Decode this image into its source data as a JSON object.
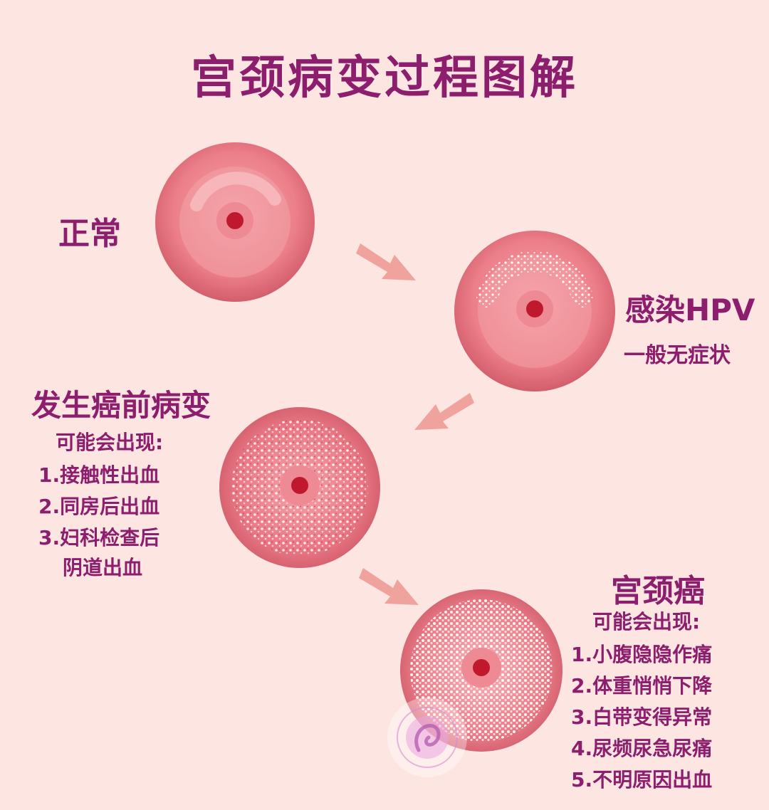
{
  "title": "宫颈病变过程图解",
  "stages": {
    "normal": {
      "label": "正常"
    },
    "hpv": {
      "label": "感染HPV",
      "note": "一般无症状"
    },
    "precancer": {
      "label": "发生癌前病变",
      "symptoms_heading": "可能会出现:",
      "symptoms": [
        "1.接触性出血",
        "2.同房后出血",
        "3.妇科检查后",
        "阴道出血"
      ]
    },
    "cancer": {
      "label": "宫颈癌",
      "symptoms_heading": "可能会出现:",
      "symptoms": [
        "1.小腹隐隐作痛",
        "2.体重悄悄下降",
        "3.白带变得异常",
        "4.尿频尿急尿痛",
        "5.不明原因出血"
      ]
    }
  },
  "colors": {
    "background": "#fde6e2",
    "text": "#8c1e6d",
    "tissue": "#e8707a",
    "tissue_dark": "#c4424f",
    "os_center": "#c0182c",
    "arrow": "#f0a29c"
  },
  "icons": [
    "arrow-right-down-icon",
    "arrow-left-down-icon",
    "hospital-logo-icon"
  ]
}
